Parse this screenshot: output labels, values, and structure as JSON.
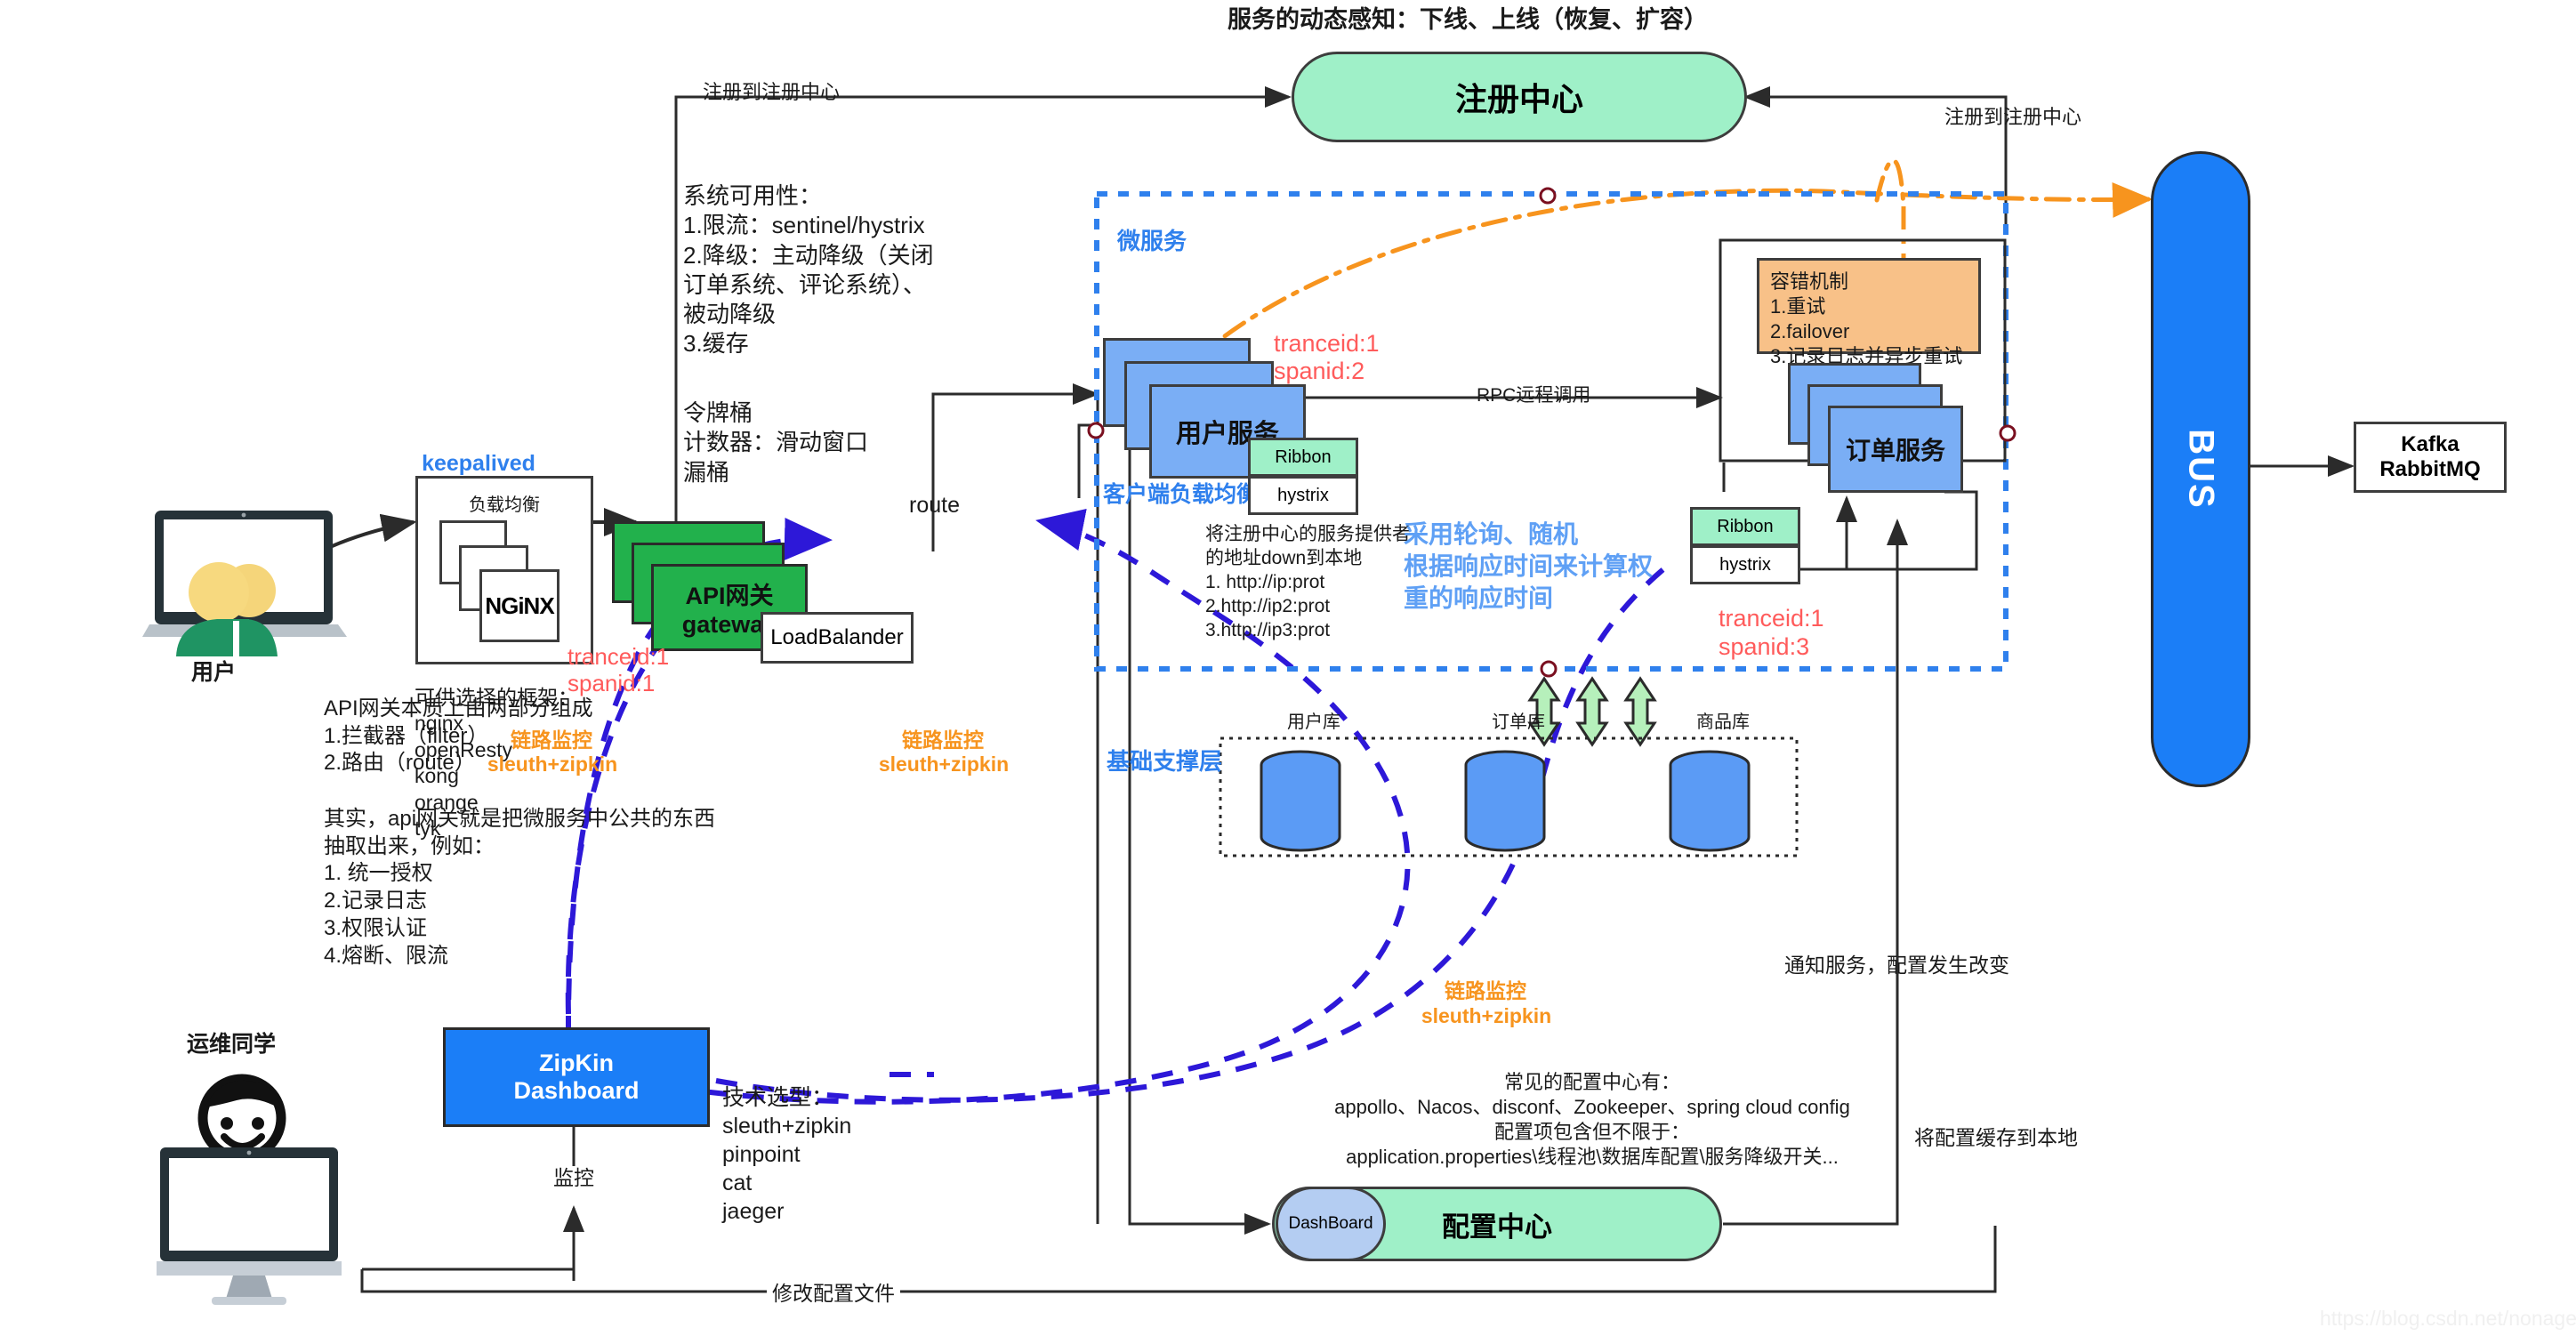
{
  "title_top": "服务的动态感知：下线、上线（恢复、扩容）",
  "nodes": {
    "registry": "注册中心",
    "bus": "BUS",
    "mq": "Kafka\nRabbitMQ",
    "gateway": "API网关\ngateway",
    "loadbalancer": "LoadBalander",
    "nginx_panel_title": "负载均衡",
    "nginx_logo": "NGiNX",
    "keepalived": "keepalived",
    "user_label": "用户",
    "ops_label": "运维同学",
    "user_service": "用户服务",
    "order_service": "订单服务",
    "ribbon": "Ribbon",
    "hystrix": "hystrix",
    "zipkin_dashboard": "ZipKin\nDashboard",
    "config_center": "配置中心",
    "config_dashboard": "DashBoard"
  },
  "group_labels": {
    "microservice": "微服务",
    "client_lb": "客户端负载均衡",
    "infra_layer": "基础支撑层"
  },
  "db": {
    "user_db": "用户库",
    "order_db": "订单库",
    "product_db": "商品库"
  },
  "edge_labels": {
    "register_left": "注册到注册中心",
    "register_right": "注册到注册中心",
    "route": "route",
    "rpc": "RPC远程调用",
    "monitor": "监控",
    "modify_config": "修改配置文件",
    "notify_service": "通知服务，配置发生改变",
    "cache_config": "将配置缓存到本地"
  },
  "notes": {
    "availability": "系统可用性：\n1.限流：sentinel/hystrix\n2.降级：主动降级（关闭\n订单系统、评论系统）、\n被动降级\n3.缓存",
    "ratelimit": "令牌桶\n计数器：滑动窗口\n漏桶",
    "frameworks": "可供选择的框架：\nnginx\nopenResty\nkong\norange\ntyk",
    "gateway_parts": "API网关本质上由两部分组成\n1.拦截器（filter）\n2.路由（route）",
    "gateway_detail": "其实，api网关就是把微服务中公共的东西\n抽取出来，例如：\n1. 统一授权\n2.记录日志\n3.权限认证\n4.熔断、限流",
    "fault_tolerance": "容错机制\n1.重试\n2.failover\n3.记录日志并异步重试",
    "local_addr": "将注册中心的服务提供者\n的地址down到本地\n1. http://ip:prot\n2.http://ip2:prot\n3.http://ip3:prot",
    "lb_strategy": "采用轮询、随机\n根据响应时间来计算权\n重的响应时间",
    "tech_select": "技术选型：\nsleuth+zipkin\npinpoint\ncat\njaeger",
    "config_note": "常见的配置中心有：\nappollo、Nacos、disconf、Zookeeper、spring cloud config\n配置项包含但不限于：\napplication.properties\\线程池\\数据库配置\\服务降级开关..."
  },
  "trace_tags": {
    "gw_trace": "tranceid:1",
    "gw_span": "spanid:1",
    "user_trace": "tranceid:1",
    "user_span": "spanid:2",
    "order_trace": "tranceid:1",
    "order_span": "spanid:3"
  },
  "sleuth_labels": {
    "left_title": "链路监控",
    "left_sub": "sleuth+zipkin",
    "mid_title": "链路监控",
    "mid_sub": "sleuth+zipkin",
    "right_title": "链路监控",
    "right_sub": "sleuth+zipkin"
  },
  "watermark": "https://blog.csdn.net/nonage_bread",
  "colors": {
    "green": "#22b14c",
    "mint": "#9ff0c8",
    "blue": "#7aaef5",
    "royal": "#1b7ef7",
    "peach": "#f8c188",
    "orange": "#f7941e",
    "red": "#ff5b5b",
    "dashed_blue": "#2d18d8",
    "accent_blue": "#2f80ed"
  }
}
